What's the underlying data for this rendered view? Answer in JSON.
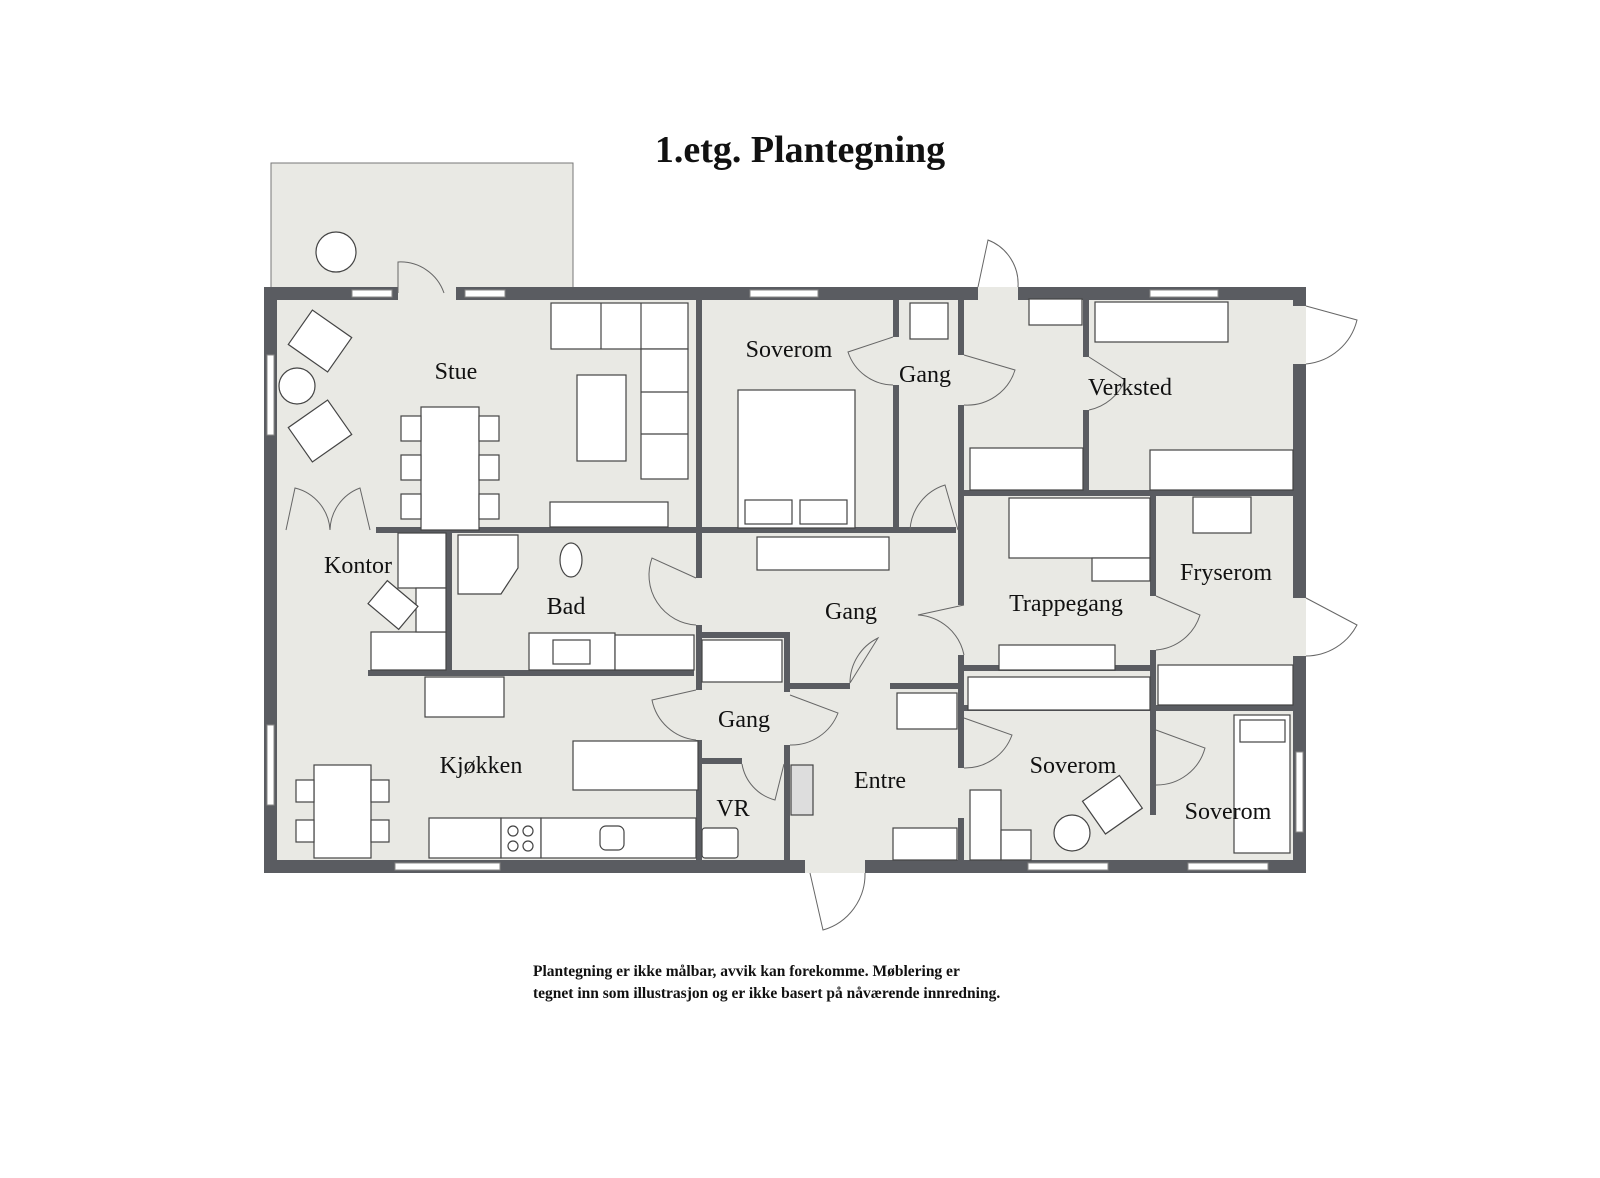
{
  "title": "1.etg. Plantegning",
  "disclaimer": {
    "line1": "Plantegning er ikke målbar, avvik kan forekomme. Møblering er",
    "line2": "tegnet inn som illustrasjon og er ikke basert på nåværende innredning."
  },
  "colors": {
    "wall": "#5a5c61",
    "floor": "#e9e9e4",
    "furniture": "#ffffff",
    "line": "#555555"
  },
  "rooms": [
    {
      "id": "stue",
      "label": "Stue"
    },
    {
      "id": "soverom-1",
      "label": "Soverom"
    },
    {
      "id": "gang-north",
      "label": "Gang"
    },
    {
      "id": "verksted",
      "label": "Verksted"
    },
    {
      "id": "kontor",
      "label": "Kontor"
    },
    {
      "id": "bad",
      "label": "Bad"
    },
    {
      "id": "gang-central",
      "label": "Gang"
    },
    {
      "id": "trappegang",
      "label": "Trappegang"
    },
    {
      "id": "fryserom",
      "label": "Fryserom"
    },
    {
      "id": "gang-small",
      "label": "Gang"
    },
    {
      "id": "kjokken",
      "label": "Kjøkken"
    },
    {
      "id": "entre",
      "label": "Entre"
    },
    {
      "id": "soverom-2",
      "label": "Soverom"
    },
    {
      "id": "vr",
      "label": "VR"
    },
    {
      "id": "soverom-3",
      "label": "Soverom"
    }
  ]
}
